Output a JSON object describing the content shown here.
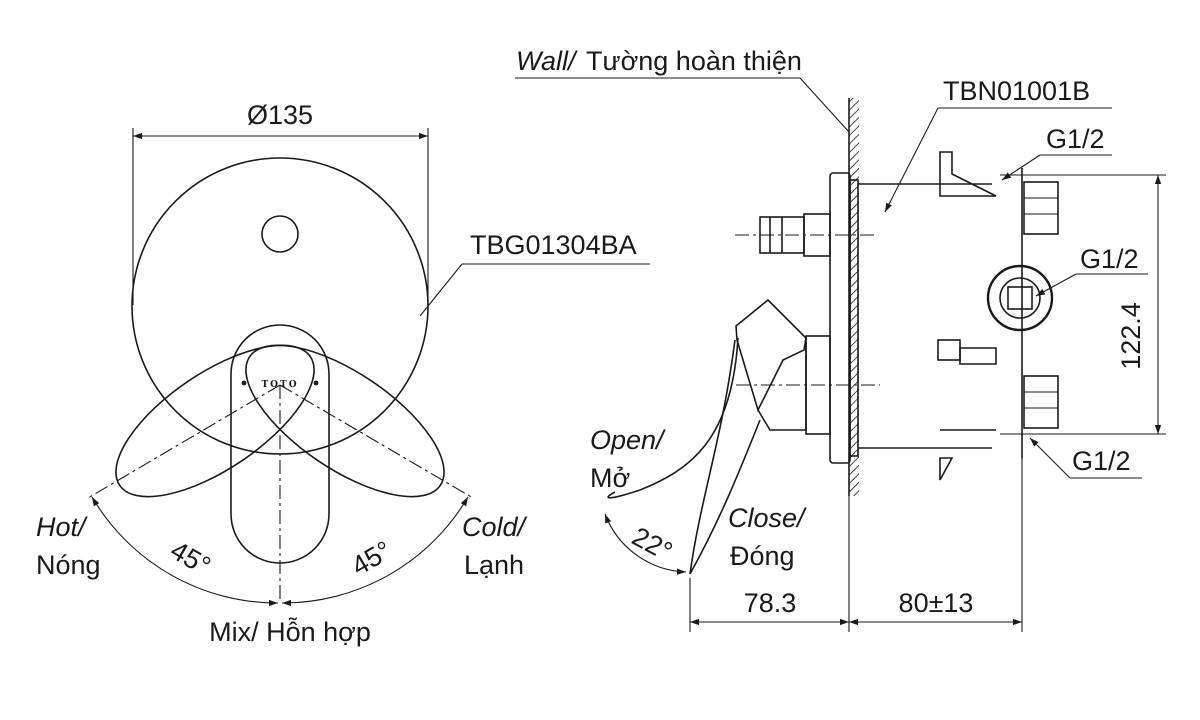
{
  "front_view": {
    "diameter_label": "Ø135",
    "plate_model": "TBG01304BA",
    "brand_mark": "TOTO",
    "hot_en": "Hot/",
    "hot_vi": "Nóng",
    "cold_en": "Cold/",
    "cold_vi": "Lạnh",
    "angle_left": "45°",
    "angle_right": "45°",
    "mix_label": "Mix/ Hỗn hợp"
  },
  "side_view": {
    "wall_en": "Wall/",
    "wall_vi": "Tường hoàn thiện",
    "body_model": "TBN01001B",
    "port_top": "G1/2",
    "port_mid": "G1/2",
    "port_bottom": "G1/2",
    "height_dim": "122.4",
    "open_en": "Open/",
    "open_vi": "Mở",
    "angle": "22°",
    "close_en": "Close/",
    "close_vi": "Đóng",
    "depth_left": "78.3",
    "depth_right": "80±13"
  }
}
